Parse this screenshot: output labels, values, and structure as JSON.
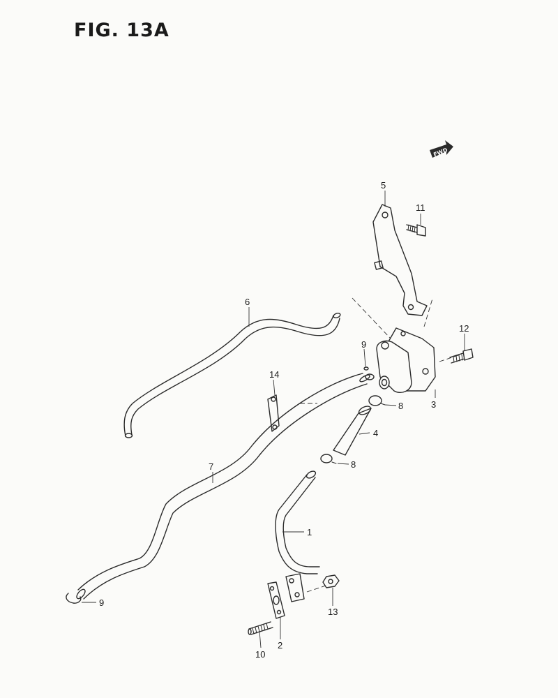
{
  "figure": {
    "title": "FIG. 13A"
  },
  "direction": {
    "label": "FWD"
  },
  "callouts": {
    "c1": "1",
    "c2": "2",
    "c3": "3",
    "c4": "4",
    "c5": "5",
    "c6": "6",
    "c7": "7",
    "c8a": "8",
    "c8b": "8",
    "c9a": "9",
    "c9b": "9",
    "c10": "10",
    "c11": "11",
    "c12": "12",
    "c13": "13",
    "c14": "14"
  }
}
